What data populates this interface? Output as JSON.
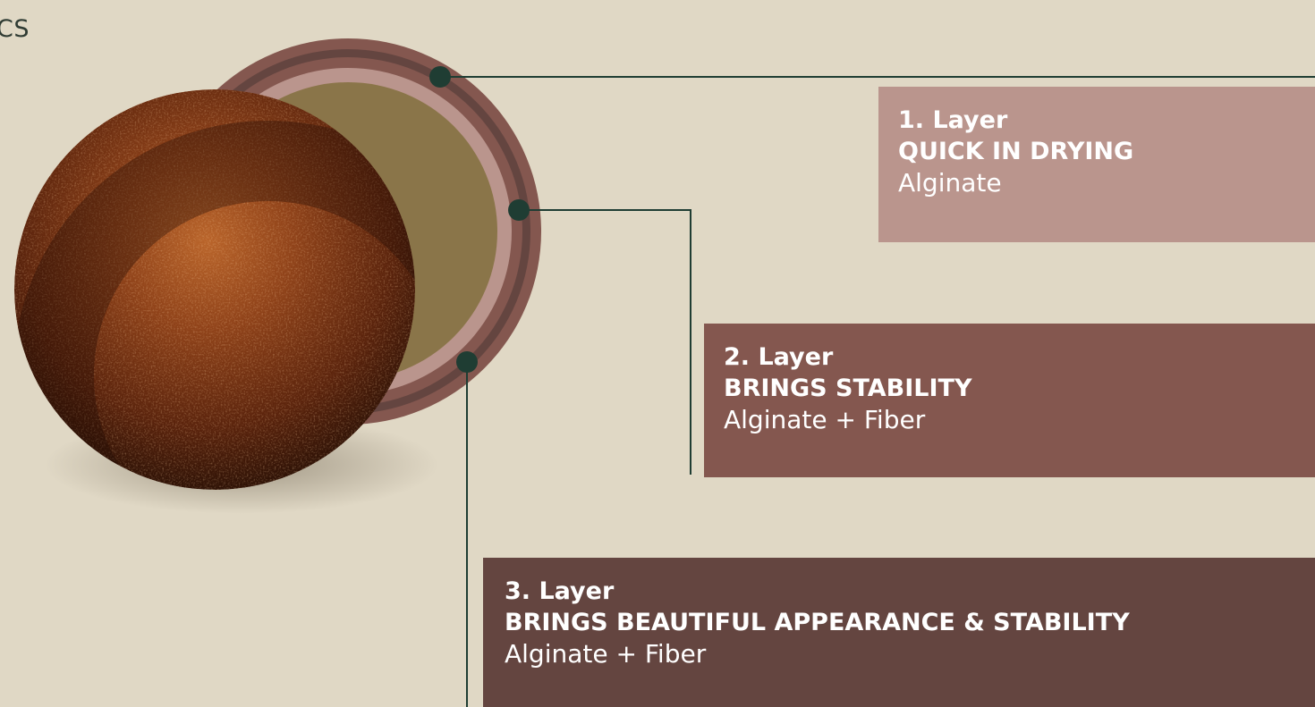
{
  "corner_label": "CS",
  "layers": [
    {
      "number": "1. Layer",
      "title": "QUICK IN DRYING",
      "material": "Alginate",
      "color": "#ba958d"
    },
    {
      "number": "2. Layer",
      "title": "BRINGS STABILITY",
      "material": "Alginate + Fiber",
      "color": "#84574f"
    },
    {
      "number": "3. Layer",
      "title": "BRINGS BEAUTIFUL APPEARANCE & STABILITY",
      "material": "Alginate + Fiber",
      "color": "#644540"
    }
  ],
  "colors": {
    "background": "#e0d8c5",
    "core": "#8a7549",
    "ring_outer": "#84574f",
    "ring_light": "#ba958d",
    "ring_dark": "#644540",
    "connector": "#1f3d33",
    "ball": "#7a3414"
  }
}
